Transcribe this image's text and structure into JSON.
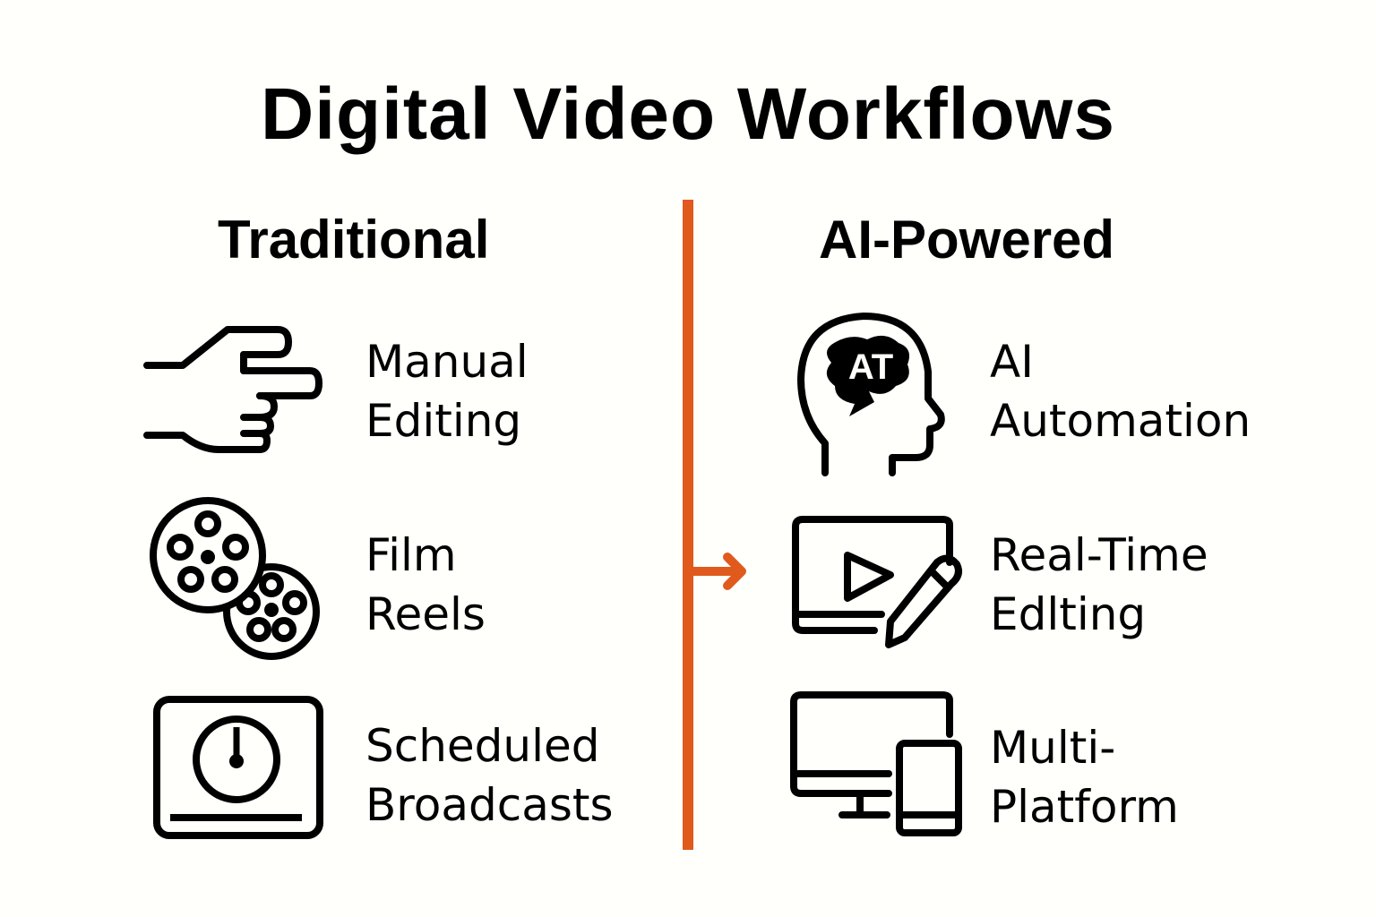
{
  "title": "Digital Video Workflows",
  "accent_color": "#e05a1e",
  "columns": {
    "left": {
      "heading": "Traditional",
      "items": [
        {
          "icon": "pointing-hand-icon",
          "line1": "Manual",
          "line2": "Editing"
        },
        {
          "icon": "film-reels-icon",
          "line1": "Film",
          "line2": "Reels"
        },
        {
          "icon": "scheduled-clock-screen-icon",
          "line1": "Scheduled",
          "line2": "Broadcasts"
        }
      ]
    },
    "right": {
      "heading": "AI-Powered",
      "items": [
        {
          "icon": "ai-head-brain-icon",
          "icon_text": "AT",
          "line1": "AI",
          "line2": "Automation"
        },
        {
          "icon": "video-edit-pencil-icon",
          "line1": "Real-Time",
          "line2": "Edlting"
        },
        {
          "icon": "multi-device-icon",
          "line1": "Multi-",
          "line2": "Platform"
        }
      ]
    }
  }
}
